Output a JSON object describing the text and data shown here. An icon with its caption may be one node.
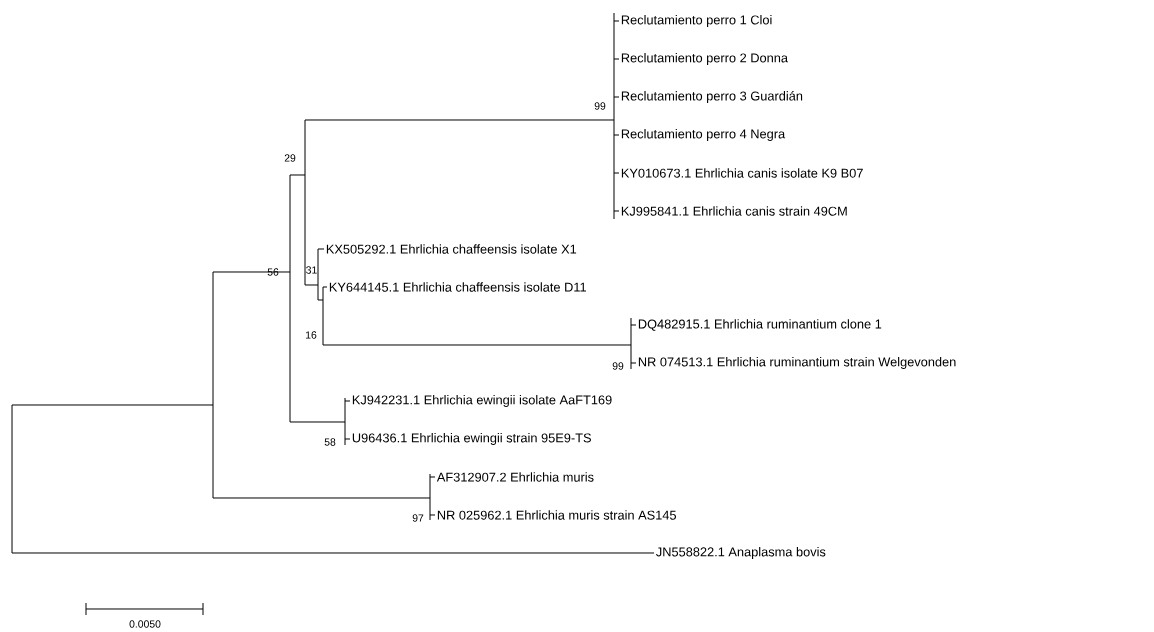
{
  "diagram": {
    "nodes": [
      {
        "text": [
          "Reclutamiento perro 1 Cloi"
        ]
      },
      {
        "text": [
          "Reclutamiento perro 2 Donna"
        ]
      },
      {
        "text": [
          "Reclutamiento perro 3 Guardián"
        ]
      },
      {
        "text": [
          "Reclutamiento perro 4 Negra"
        ]
      },
      {
        "text": [
          "KY010673.1 Ehrlichia canis isolate K9 B07"
        ]
      },
      {
        "text": [
          "KJ995841.1 Ehrlichia canis strain 49CM"
        ]
      },
      {
        "text": [
          "KX505292.1 Ehrlichia chaffeensis isolate X1"
        ]
      },
      {
        "text": [
          "KY644145.1 Ehrlichia chaffeensis isolate D11"
        ]
      },
      {
        "text": [
          "DQ482915.1 Ehrlichia ruminantium clone 1"
        ]
      },
      {
        "text": [
          "NR 074513.1 Ehrlichia ruminantium strain Welgevonden"
        ]
      },
      {
        "text": [
          "KJ942231.1 Ehrlichia ewingii isolate AaFT169"
        ]
      },
      {
        "text": [
          "U96436.1 Ehrlichia ewingii strain 95E9-TS"
        ]
      },
      {
        "text": [
          "AF312907.2 Ehrlichia muris"
        ]
      },
      {
        "text": [
          "NR 025962.1 Ehrlichia muris strain AS145"
        ]
      },
      {
        "text": [
          "JN558822.1 Anaplasma bovis"
        ]
      },
      {
        "text": [],
        "shape": "bar",
        "beside": [
          "99"
        ]
      },
      {
        "text": [],
        "shape": "bar",
        "beside": [
          "99"
        ]
      },
      {
        "text": [],
        "shape": "bar",
        "beside": [
          "16"
        ]
      },
      {
        "text": [],
        "shape": "bar",
        "beside": [
          "31"
        ]
      },
      {
        "text": [],
        "shape": "bar",
        "beside": [
          "29"
        ]
      },
      {
        "text": [],
        "shape": "bar",
        "beside": [
          "58"
        ]
      },
      {
        "text": [],
        "shape": "bar",
        "beside": [
          "56"
        ]
      },
      {
        "text": [],
        "shape": "bar",
        "beside": [
          "97"
        ]
      },
      {
        "text": [],
        "shape": "bar"
      },
      {
        "text": [],
        "shape": "bar"
      }
    ],
    "edges": [
      {
        "from": 15,
        "to": 0,
        "arrow": "none"
      },
      {
        "from": 15,
        "to": 1,
        "arrow": "none"
      },
      {
        "from": 15,
        "to": 2,
        "arrow": "none"
      },
      {
        "from": 15,
        "to": 3,
        "arrow": "none"
      },
      {
        "from": 15,
        "to": 4,
        "arrow": "none"
      },
      {
        "from": 15,
        "to": 5,
        "arrow": "none"
      },
      {
        "from": 16,
        "to": 8,
        "arrow": "none"
      },
      {
        "from": 16,
        "to": 9,
        "arrow": "none"
      },
      {
        "from": 17,
        "to": 7,
        "arrow": "none"
      },
      {
        "from": 17,
        "to": 16,
        "arrow": "none"
      },
      {
        "from": 18,
        "to": 6,
        "arrow": "none"
      },
      {
        "from": 18,
        "to": 17,
        "arrow": "none"
      },
      {
        "from": 19,
        "to": 15,
        "arrow": "none"
      },
      {
        "from": 19,
        "to": 18,
        "arrow": "none"
      },
      {
        "from": 20,
        "to": 10,
        "arrow": "none"
      },
      {
        "from": 20,
        "to": 11,
        "arrow": "none"
      },
      {
        "from": 21,
        "to": 19,
        "arrow": "none"
      },
      {
        "from": 21,
        "to": 20,
        "arrow": "none"
      },
      {
        "from": 22,
        "to": 12,
        "arrow": "none"
      },
      {
        "from": 22,
        "to": 13,
        "arrow": "none"
      },
      {
        "from": 23,
        "to": 21,
        "arrow": "none"
      },
      {
        "from": 23,
        "to": 22,
        "arrow": "none"
      },
      {
        "from": 24,
        "to": 23,
        "arrow": "none"
      },
      {
        "from": 24,
        "to": 14,
        "arrow": "none"
      }
    ],
    "labels": [
      "0.0050"
    ]
  }
}
